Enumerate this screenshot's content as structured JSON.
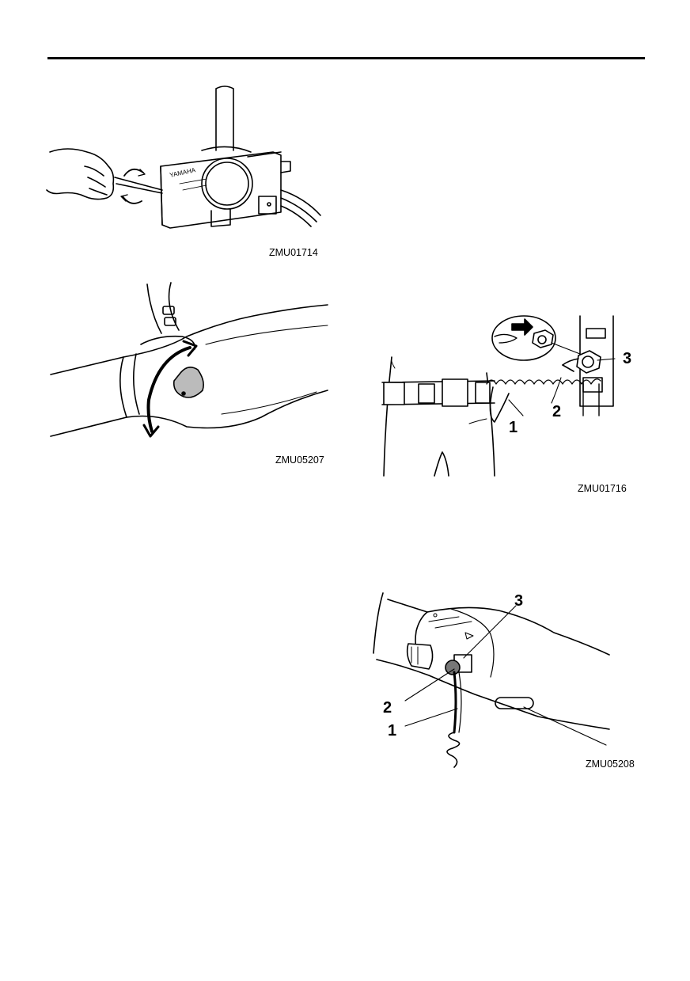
{
  "figures": [
    {
      "code": "ZMU01714",
      "callouts": []
    },
    {
      "code": "ZMU05207",
      "callouts": []
    },
    {
      "code": "ZMU01716",
      "callouts": [
        "1",
        "2",
        "3"
      ]
    },
    {
      "code": "ZMU05208",
      "callouts": [
        "1",
        "2",
        "3"
      ]
    }
  ],
  "illustration_text": {
    "remote_box_brand": "YAMAHA"
  }
}
